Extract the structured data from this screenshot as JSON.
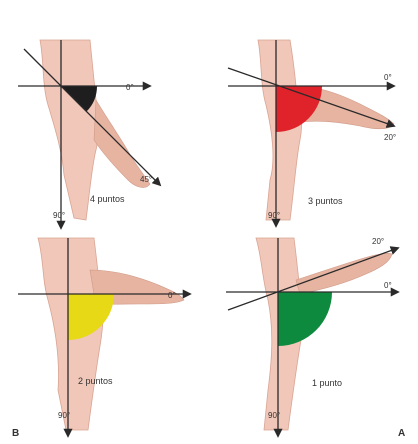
{
  "panels": [
    {
      "angle_top": "0°",
      "angle_diagonal": "45°",
      "angle_bottom": "90°",
      "caption": "4 puntos",
      "wedge_color": "#1e1e1e"
    },
    {
      "angle_top": "0°",
      "angle_diagonal": "20°",
      "angle_bottom": "90°",
      "caption": "3 puntos",
      "wedge_color": "#e0232a"
    },
    {
      "angle_top": "0°",
      "angle_bottom": "90°",
      "caption": "2 puntos",
      "wedge_color": "#e7d916"
    },
    {
      "angle_top": "0°",
      "angle_diagonal": "20°",
      "angle_bottom": "90°",
      "caption": "1 punto",
      "wedge_color": "#0e8a3e"
    }
  ],
  "corner_labels": {
    "left": "B",
    "right": "A"
  }
}
